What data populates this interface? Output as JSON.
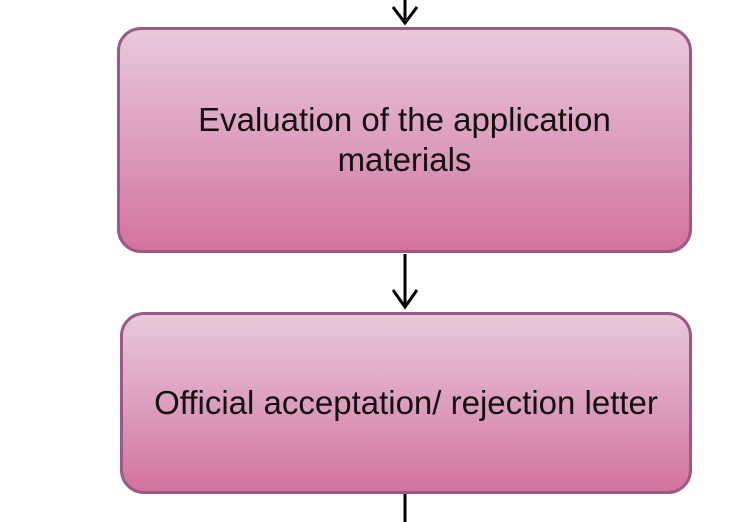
{
  "diagram": {
    "type": "flowchart",
    "colors": {
      "node_fill_top": "#e8c9da",
      "node_fill_bottom": "#d3739c",
      "node_border": "#9a5a88",
      "arrow": "#000000",
      "text": "#111111"
    },
    "nodes": [
      {
        "id": "evaluation",
        "label": "Evaluation of the application materials"
      },
      {
        "id": "letter",
        "label": "Official acceptation/ rejection letter"
      }
    ],
    "edges": [
      {
        "from": "previous-step",
        "to": "evaluation"
      },
      {
        "from": "evaluation",
        "to": "letter"
      },
      {
        "from": "letter",
        "to": "next-step"
      }
    ]
  }
}
